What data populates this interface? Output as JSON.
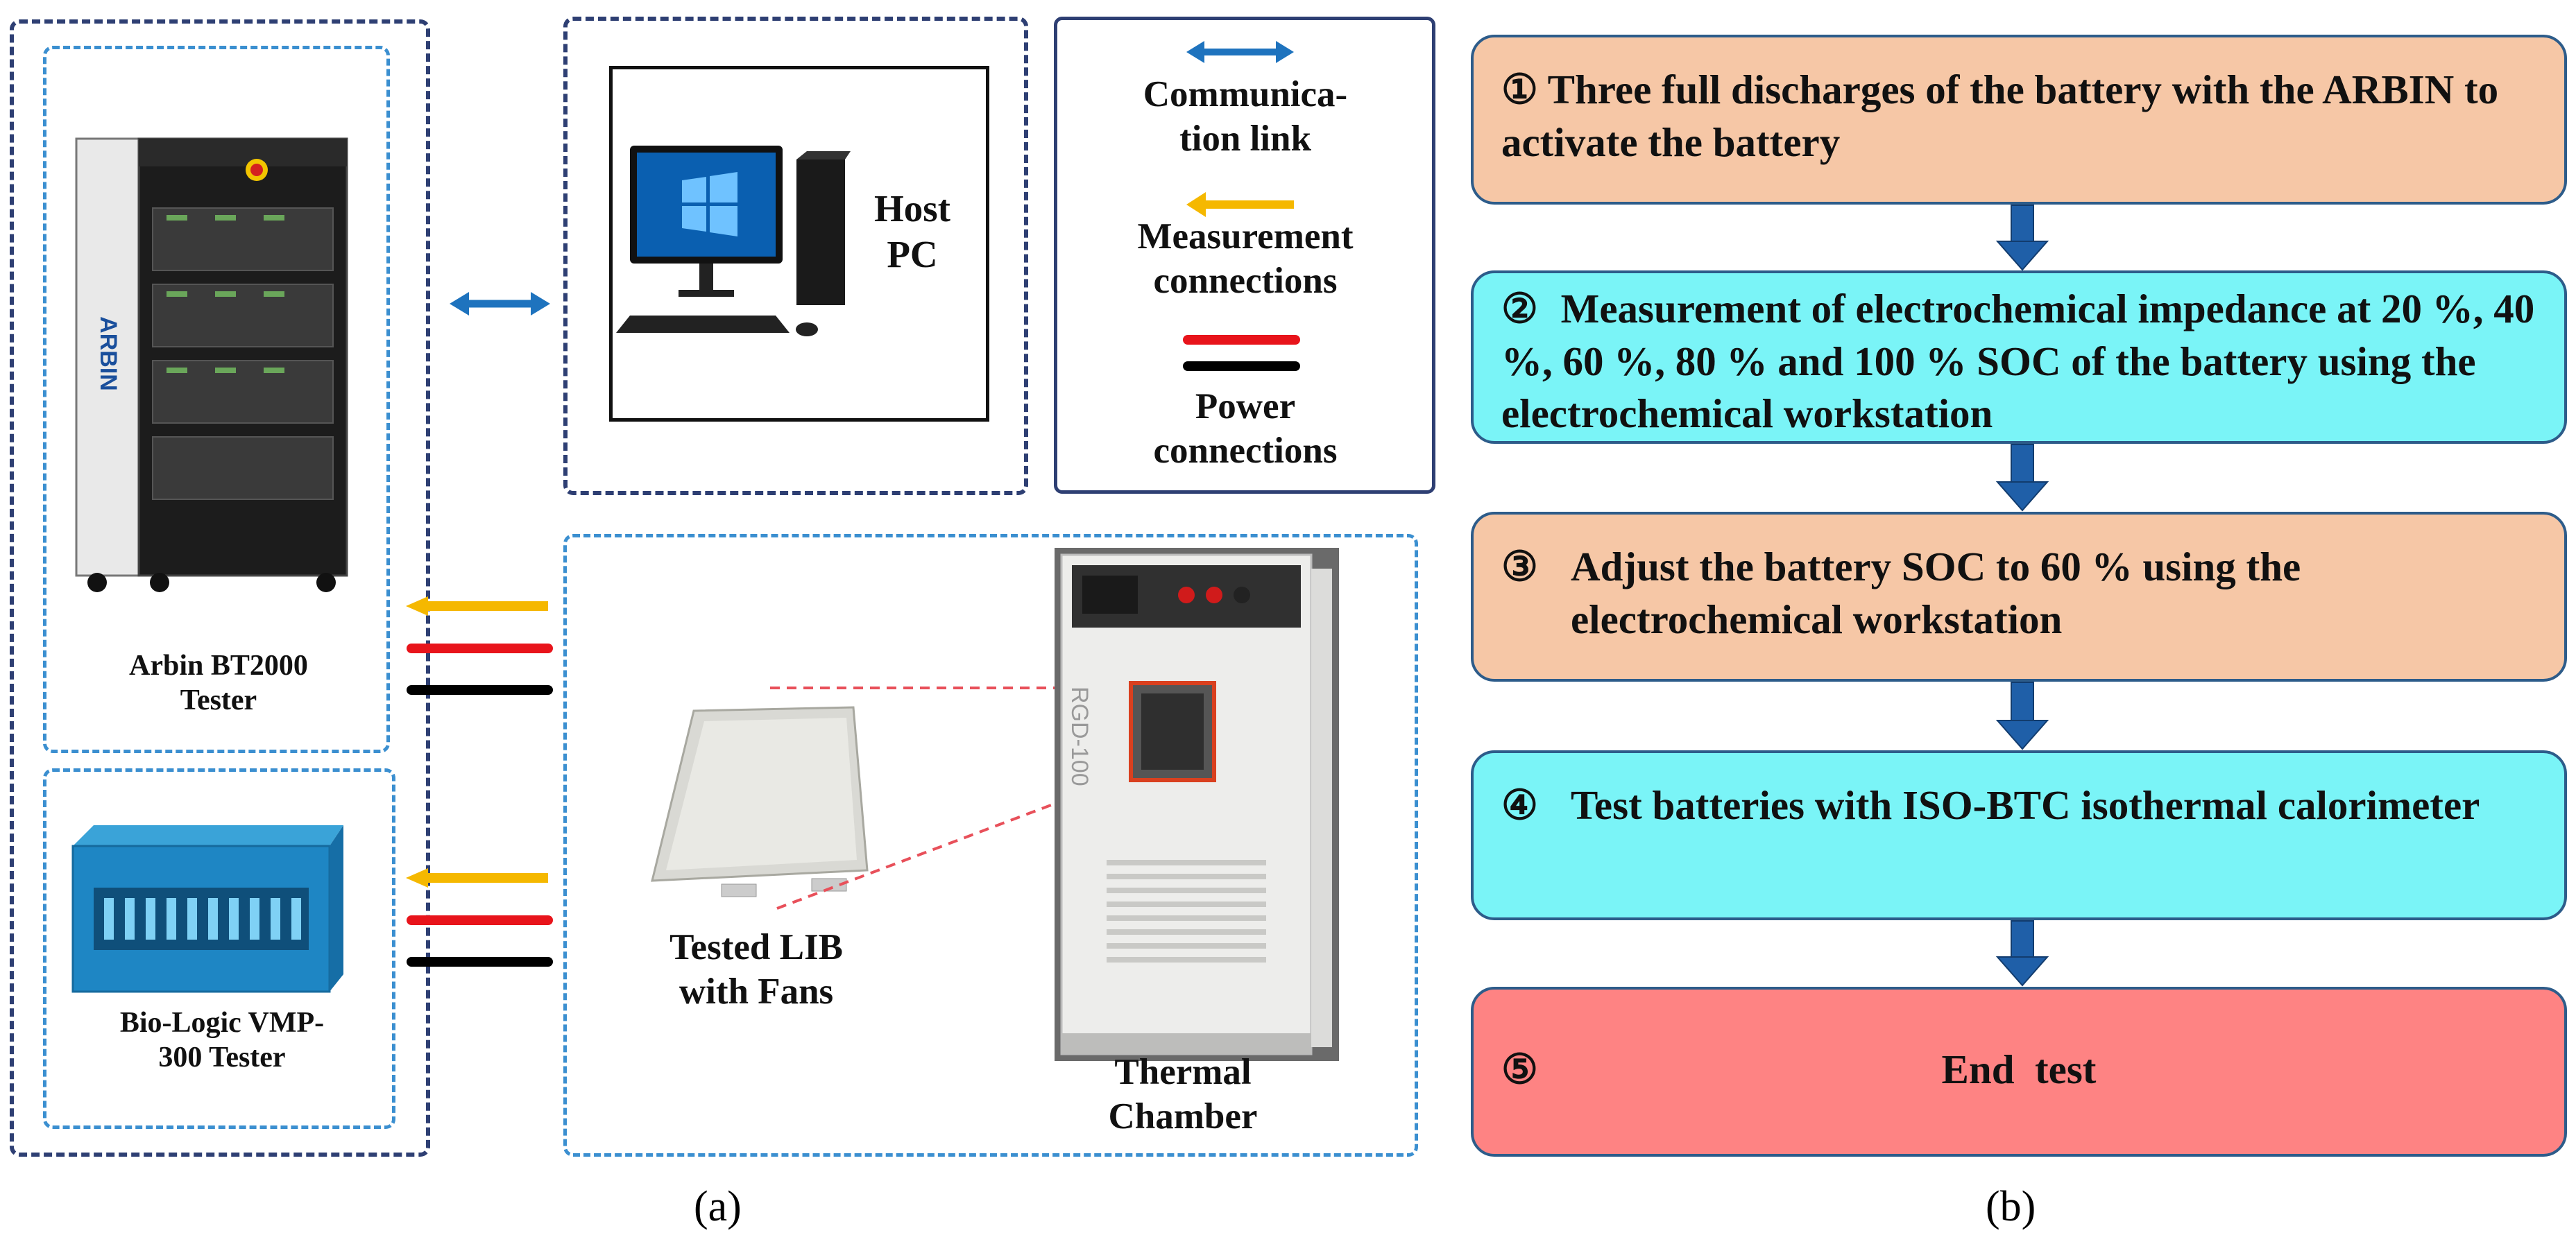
{
  "panel_a": {
    "legend": {
      "communication": "Communica-\ntion link",
      "measurement": "Measurement\nconnections",
      "power": "Power\nconnections"
    },
    "host_pc_label": "Host\nPC",
    "arbin_label": "Arbin BT2000\nTester",
    "biologic_label": "Bio-Logic VMP-\n300 Tester",
    "lib_label": "Tested LIB\nwith Fans",
    "chamber_label": "Thermal\nChamber",
    "chamber_brand": "RGD-100",
    "arbin_brand": "ARBIN",
    "caption": "(a)"
  },
  "panel_b": {
    "steps": [
      {
        "num": "①",
        "text": "Three full discharges of the battery with the ARBIN to activate the battery"
      },
      {
        "num": "②",
        "text": "Measurement of electrochemical impedance at 20 %, 40 %, 60 %, 80 % and 100 % SOC of the battery using the electrochemical workstation"
      },
      {
        "num": "③",
        "text": "Adjust the battery SOC to 60 % using the electrochemical workstation"
      },
      {
        "num": "④",
        "text": "Test batteries with ISO-BTC isothermal calorimeter"
      },
      {
        "num": "⑤",
        "text": "End  test"
      }
    ],
    "caption": "(b)"
  },
  "colors": {
    "orange_step": "#f6c7a6",
    "cyan_step": "#7af4f7",
    "red_step": "#fe8383",
    "flow_arrow": "#1f5fa8",
    "comm_arrow": "#1e73be",
    "measure_arrow": "#f5b800",
    "power_red": "#e8141b",
    "power_black": "#000000"
  }
}
